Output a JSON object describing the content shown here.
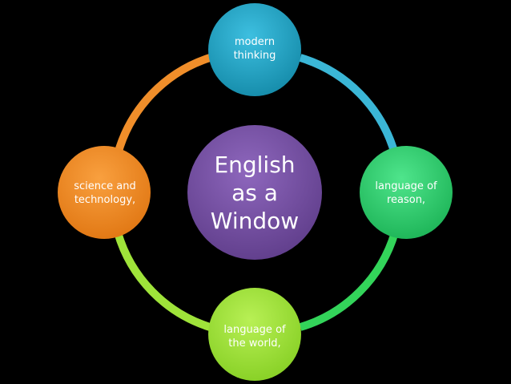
{
  "center": {
    "text": "English\nas a\nWindow",
    "color": "#7c53a8"
  },
  "nodes": [
    {
      "key": "top",
      "text": "modern\nthinking",
      "color": "#21a3c4"
    },
    {
      "key": "right",
      "text": "language of\nreason,",
      "color": "#2fd26f"
    },
    {
      "key": "bottom",
      "text": "language of\nthe world,",
      "color": "#a1e83a"
    },
    {
      "key": "left",
      "text": "science and\ntechnology,",
      "color": "#f28a1d"
    }
  ],
  "ring_arcs": {
    "top_right": "#3bb6d6",
    "right_bottom": "#33d45a",
    "bottom_left": "#9fe33a",
    "left_top": "#f08e2a"
  }
}
